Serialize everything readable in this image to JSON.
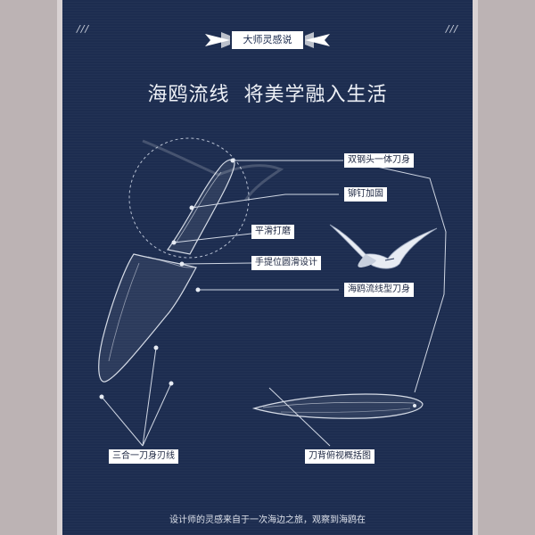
{
  "header": {
    "decoration_left": "///",
    "decoration_right": "///",
    "badge": "大师灵感说",
    "title": "海鸥流线  将美学融入生活"
  },
  "labels": {
    "double_steel_head": "双钢头一体刀身",
    "rivet": "铆钉加固",
    "smooth_polish": "平滑打磨",
    "round_grip": "手提位圆滑设计",
    "seagull_blade": "海鸥流线型刀身",
    "three_in_one_edge": "三合一刀身刃线",
    "top_view": "刀背俯视概括图"
  },
  "caption": "设计师的灵感来自于一次海边之旅，观察到海鸥在",
  "colors": {
    "background": "#1d2d50",
    "page": "#bcb3b4",
    "line": "#d5dbe6"
  }
}
